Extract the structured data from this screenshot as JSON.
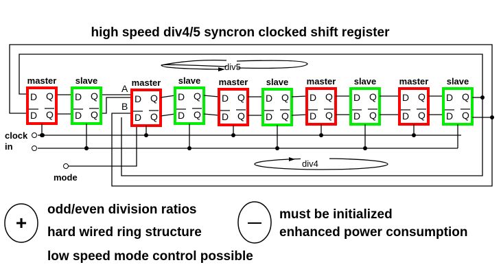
{
  "title": "high speed div4/5 syncron clocked shift register",
  "colors": {
    "master": "#ff0000",
    "slave": "#00ee00",
    "wire": "#000000"
  },
  "flipflops": [
    {
      "type": "master",
      "label": "master",
      "pins": [
        "D",
        "Q",
        "D",
        "Q"
      ]
    },
    {
      "type": "slave",
      "label": "slave",
      "pins": [
        "D",
        "Q",
        "D",
        "Q"
      ]
    },
    {
      "type": "master",
      "label": "master",
      "pins": [
        "D",
        "Q",
        "D",
        "Q"
      ]
    },
    {
      "type": "slave",
      "label": "slave",
      "pins": [
        "D",
        "Q",
        "D",
        "Q"
      ]
    },
    {
      "type": "master",
      "label": "master",
      "pins": [
        "D",
        "Q",
        "D",
        "Q"
      ]
    },
    {
      "type": "slave",
      "label": "slave",
      "pins": [
        "D",
        "Q",
        "D",
        "Q"
      ]
    },
    {
      "type": "master",
      "label": "master",
      "pins": [
        "D",
        "Q",
        "D",
        "Q"
      ]
    },
    {
      "type": "slave",
      "label": "slave",
      "pins": [
        "D",
        "Q",
        "D",
        "Q"
      ]
    },
    {
      "type": "master",
      "label": "master",
      "pins": [
        "D",
        "Q",
        "D",
        "Q"
      ]
    },
    {
      "type": "slave",
      "label": "slave",
      "pins": [
        "D",
        "Q",
        "D",
        "Q"
      ]
    }
  ],
  "nodes": {
    "a": "A",
    "b": "B"
  },
  "inputs": {
    "clock": "clock",
    "clock_in": "in",
    "mode": "mode"
  },
  "loops": {
    "div5": "div5",
    "div4": "div4"
  },
  "pros": {
    "symbol": "+",
    "items": [
      "odd/even division ratios",
      "hard wired ring structure",
      "low speed mode control possible"
    ]
  },
  "cons": {
    "symbol": "–",
    "items": [
      "must be initialized",
      "enhanced power consumption"
    ]
  }
}
